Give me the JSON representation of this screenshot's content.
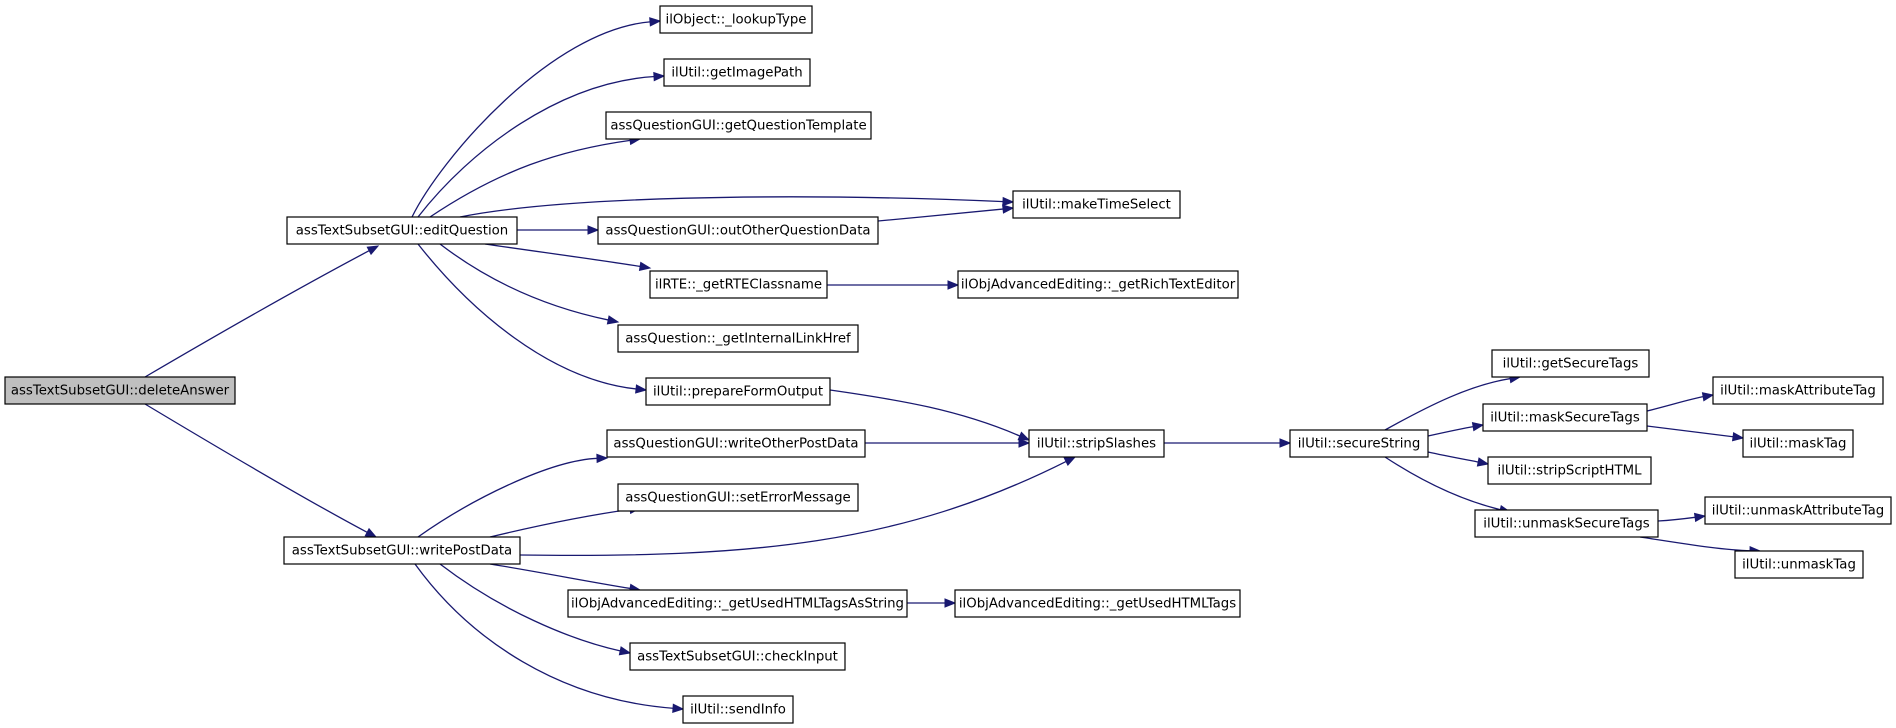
{
  "diagram": {
    "type": "call-graph",
    "colors": {
      "edge": "#191970",
      "root_fill": "#bfbfbf",
      "node_fill": "#ffffff",
      "node_border": "#000000"
    },
    "nodes": [
      {
        "id": "deleteAnswer",
        "label": "assTextSubsetGUI::deleteAnswer",
        "root": true
      },
      {
        "id": "editQuestion",
        "label": "assTextSubsetGUI::editQuestion"
      },
      {
        "id": "writePostData",
        "label": "assTextSubsetGUI::writePostData"
      },
      {
        "id": "lookupType",
        "label": "ilObject::_lookupType"
      },
      {
        "id": "getImagePath",
        "label": "ilUtil::getImagePath"
      },
      {
        "id": "getQuestionTemplate",
        "label": "assQuestionGUI::getQuestionTemplate"
      },
      {
        "id": "outOtherQuestionData",
        "label": "assQuestionGUI::outOtherQuestionData"
      },
      {
        "id": "makeTimeSelect",
        "label": "ilUtil::makeTimeSelect"
      },
      {
        "id": "getRTEClassname",
        "label": "ilRTE::_getRTEClassname"
      },
      {
        "id": "getRichTextEditor",
        "label": "ilObjAdvancedEditing::_getRichTextEditor"
      },
      {
        "id": "getInternalLinkHref",
        "label": "assQuestion::_getInternalLinkHref"
      },
      {
        "id": "prepareFormOutput",
        "label": "ilUtil::prepareFormOutput"
      },
      {
        "id": "stripSlashes",
        "label": "ilUtil::stripSlashes"
      },
      {
        "id": "writeOtherPostData",
        "label": "assQuestionGUI::writeOtherPostData"
      },
      {
        "id": "setErrorMessage",
        "label": "assQuestionGUI::setErrorMessage"
      },
      {
        "id": "getUsedHTMLTagsAsString",
        "label": "ilObjAdvancedEditing::_getUsedHTMLTagsAsString"
      },
      {
        "id": "getUsedHTMLTags",
        "label": "ilObjAdvancedEditing::_getUsedHTMLTags"
      },
      {
        "id": "checkInput",
        "label": "assTextSubsetGUI::checkInput"
      },
      {
        "id": "sendInfo",
        "label": "ilUtil::sendInfo"
      },
      {
        "id": "secureString",
        "label": "ilUtil::secureString"
      },
      {
        "id": "getSecureTags",
        "label": "ilUtil::getSecureTags"
      },
      {
        "id": "maskSecureTags",
        "label": "ilUtil::maskSecureTags"
      },
      {
        "id": "stripScriptHTML",
        "label": "ilUtil::stripScriptHTML"
      },
      {
        "id": "unmaskSecureTags",
        "label": "ilUtil::unmaskSecureTags"
      },
      {
        "id": "maskAttributeTag",
        "label": "ilUtil::maskAttributeTag"
      },
      {
        "id": "maskTag",
        "label": "ilUtil::maskTag"
      },
      {
        "id": "unmaskAttributeTag",
        "label": "ilUtil::unmaskAttributeTag"
      },
      {
        "id": "unmaskTag",
        "label": "ilUtil::unmaskTag"
      }
    ],
    "edges": [
      {
        "from": "deleteAnswer",
        "to": "editQuestion"
      },
      {
        "from": "deleteAnswer",
        "to": "writePostData"
      },
      {
        "from": "editQuestion",
        "to": "lookupType"
      },
      {
        "from": "editQuestion",
        "to": "getImagePath"
      },
      {
        "from": "editQuestion",
        "to": "getQuestionTemplate"
      },
      {
        "from": "editQuestion",
        "to": "makeTimeSelect"
      },
      {
        "from": "editQuestion",
        "to": "outOtherQuestionData"
      },
      {
        "from": "editQuestion",
        "to": "getRTEClassname"
      },
      {
        "from": "editQuestion",
        "to": "getInternalLinkHref"
      },
      {
        "from": "editQuestion",
        "to": "prepareFormOutput"
      },
      {
        "from": "outOtherQuestionData",
        "to": "makeTimeSelect"
      },
      {
        "from": "getRTEClassname",
        "to": "getRichTextEditor"
      },
      {
        "from": "prepareFormOutput",
        "to": "stripSlashes"
      },
      {
        "from": "writeOtherPostData",
        "to": "stripSlashes"
      },
      {
        "from": "writePostData",
        "to": "writeOtherPostData"
      },
      {
        "from": "writePostData",
        "to": "setErrorMessage"
      },
      {
        "from": "writePostData",
        "to": "stripSlashes"
      },
      {
        "from": "writePostData",
        "to": "getUsedHTMLTagsAsString"
      },
      {
        "from": "writePostData",
        "to": "checkInput"
      },
      {
        "from": "writePostData",
        "to": "sendInfo"
      },
      {
        "from": "getUsedHTMLTagsAsString",
        "to": "getUsedHTMLTags"
      },
      {
        "from": "stripSlashes",
        "to": "secureString"
      },
      {
        "from": "secureString",
        "to": "getSecureTags"
      },
      {
        "from": "secureString",
        "to": "maskSecureTags"
      },
      {
        "from": "secureString",
        "to": "stripScriptHTML"
      },
      {
        "from": "secureString",
        "to": "unmaskSecureTags"
      },
      {
        "from": "maskSecureTags",
        "to": "maskAttributeTag"
      },
      {
        "from": "maskSecureTags",
        "to": "maskTag"
      },
      {
        "from": "unmaskSecureTags",
        "to": "unmaskAttributeTag"
      },
      {
        "from": "unmaskSecureTags",
        "to": "unmaskTag"
      }
    ]
  }
}
